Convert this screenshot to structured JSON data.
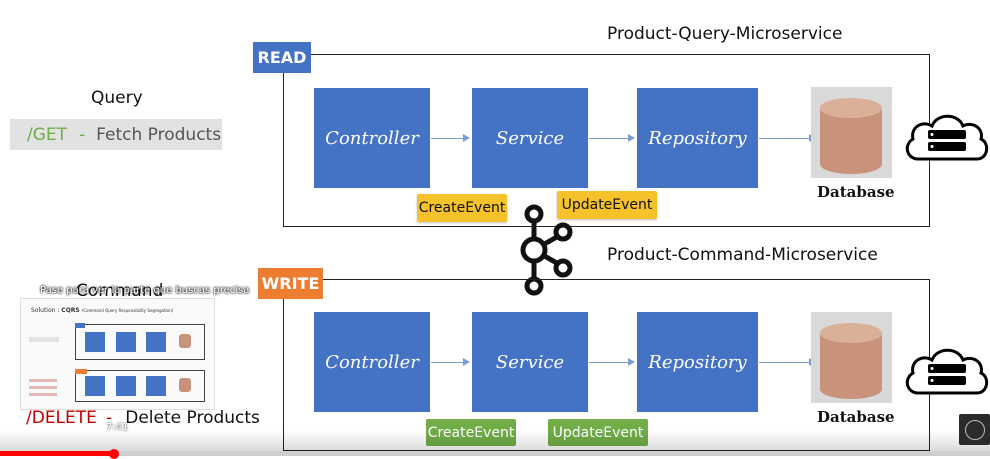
{
  "left": {
    "query_label": "Query",
    "get_method": "/GET",
    "get_sep": "-",
    "get_text": "Fetch Products",
    "command_label": "Command",
    "delete_method": "/DELETE",
    "delete_sep": "-",
    "delete_text": "Delete Products",
    "overlay_caption": "Pase para ver la parte que buscas precisa",
    "timestamp": "7:41"
  },
  "read": {
    "tag": "READ",
    "title": "Product-Query-Microservice",
    "controller": "Controller",
    "service": "Service",
    "repository": "Repository",
    "database": "Database",
    "event1": "CreateEvent",
    "event2": "UpdateEvent"
  },
  "write": {
    "tag": "WRITE",
    "title": "Product-Command-Microservice",
    "controller": "Controller",
    "service": "Service",
    "repository": "Repository",
    "database": "Database",
    "event1": "CreateEvent",
    "event2": "UpdateEvent"
  },
  "thumbnail": {
    "solution_label": "Solution :",
    "solution_bold": "CQRS",
    "solution_rest": "(Command Query Responsibility Segregation)"
  },
  "colors": {
    "box_blue": "#4472c4",
    "read_tag": "#4472c4",
    "write_tag": "#ed7d31",
    "get_green": "#70ad47",
    "delete_red": "#c00000",
    "event_yellow": "#f5c22b",
    "event_green": "#70ad47",
    "progress_red": "#ff0000"
  },
  "video": {
    "progress": 0.115
  }
}
